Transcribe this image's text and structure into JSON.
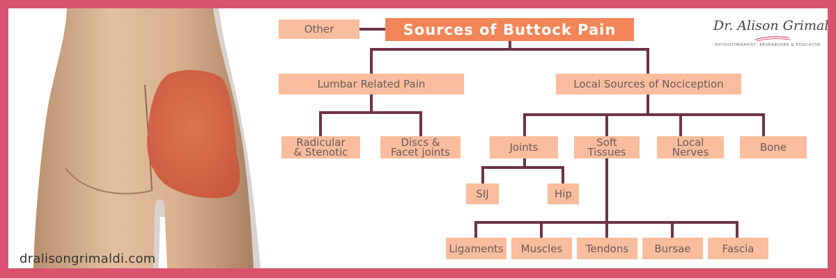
{
  "title": "Sources of Buttock Pain",
  "brand": {
    "name": "Dr. Alison Grimaldi",
    "tagline": "PHYSIOTHERAPIST, RESEARCHER & EDUCATOR"
  },
  "website": "dralisongrimaldi.com",
  "nodes": {
    "other": "Other",
    "lumbar": "Lumbar Related Pain",
    "local": "Local Sources of Nociception",
    "radicular": [
      "Radicular",
      "& Stenotic"
    ],
    "discs": [
      "Discs &",
      "Facet joints"
    ],
    "joints": "Joints",
    "soft_tissues": [
      "Soft",
      "Tissues"
    ],
    "local_nerves": [
      "Local",
      "Nerves"
    ],
    "bone": "Bone",
    "sij": "SIJ",
    "hip": "Hip",
    "ligaments": "Ligaments",
    "muscles": "Muscles",
    "tendons": "Tendons",
    "bursae": "Bursae",
    "fascia": "Fascia"
  },
  "colors": {
    "border": "#d9536e",
    "title_box": "#f28557",
    "node_box": "#f9bd9e",
    "connector": "#6e3346",
    "pain_region": "#d9603f"
  }
}
